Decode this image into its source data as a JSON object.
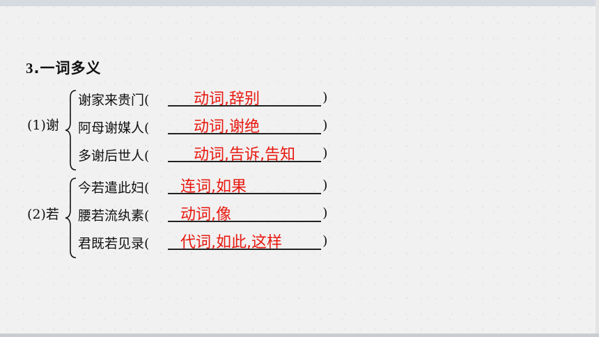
{
  "section": {
    "number": "3",
    "title": ".一词多义"
  },
  "groups": [
    {
      "label": "(1)谢",
      "items": [
        {
          "text": "谢家来贵门",
          "answer": "动词,辞别"
        },
        {
          "text": "阿母谢媒人",
          "answer": "动词,谢绝"
        },
        {
          "text": "多谢后世人",
          "answer": "动词,告诉,告知"
        }
      ]
    },
    {
      "label": "(2)若",
      "items": [
        {
          "text": "今若遣此妇",
          "answer": "连词,如果"
        },
        {
          "text": "腰若流纨素",
          "answer": "动词,像"
        },
        {
          "text": "君既若见录",
          "answer": "代词,如此,这样"
        }
      ]
    }
  ],
  "punct": {
    "open": "(",
    "close": ")"
  },
  "colors": {
    "answer": "#e8170e",
    "text": "#111111",
    "background": "#f1f1f1"
  }
}
